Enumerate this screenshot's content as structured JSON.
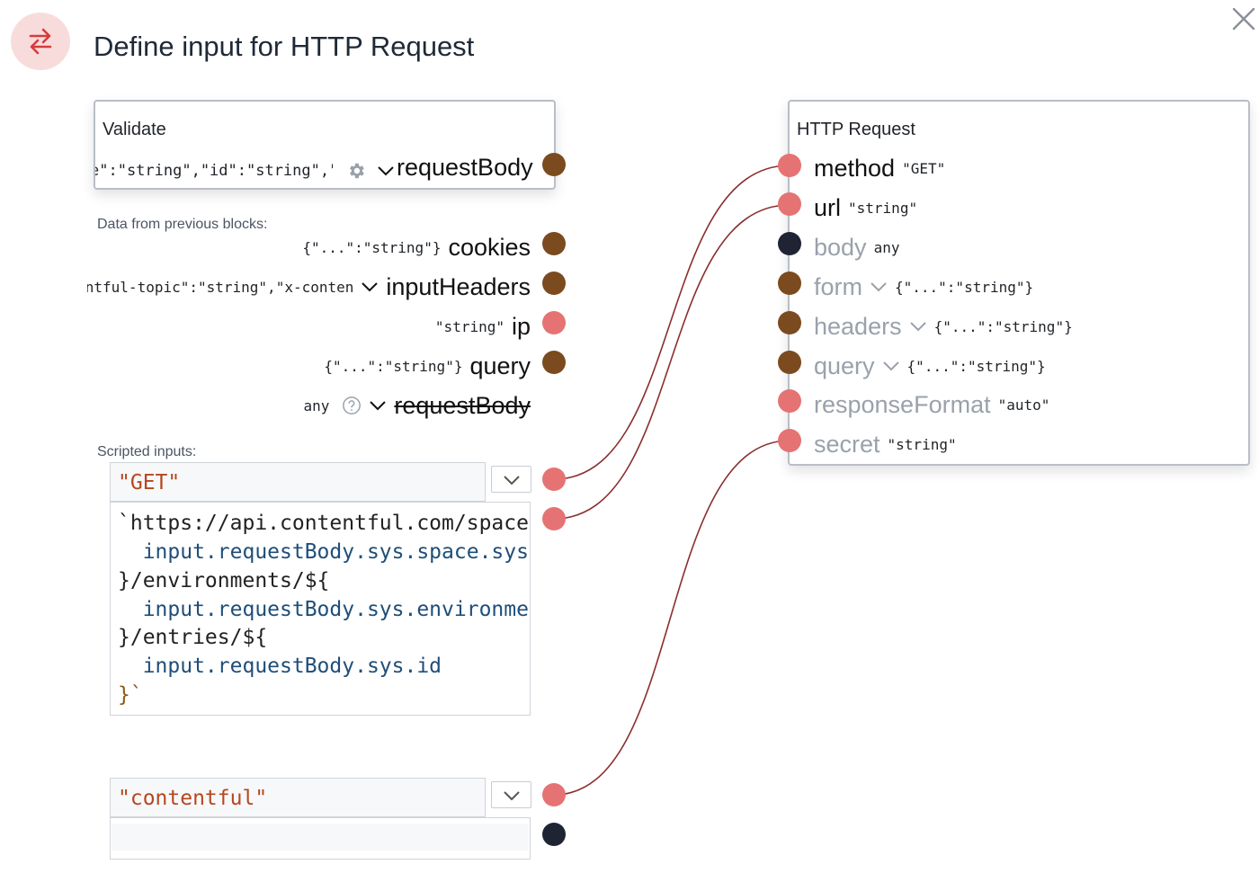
{
  "header": {
    "title": "Define input for HTTP Request",
    "icon": "swap-arrows-icon",
    "close_icon": "close-icon",
    "accent": "#d83b3b"
  },
  "validate_block": {
    "title": "Validate",
    "value_preview": "e\":\"string\",\"id\":\"string\",\"s",
    "output_name": "requestBody"
  },
  "previous_blocks": {
    "label": "Data from previous blocks:",
    "items": [
      {
        "type": "{\"...\":\"string\"}",
        "name": "cookies"
      },
      {
        "type": "ntful-topic\":\"string\",\"x-conten",
        "name": "inputHeaders"
      },
      {
        "type": "\"string\"",
        "name": "ip"
      },
      {
        "type": "{\"...\":\"string\"}",
        "name": "query"
      },
      {
        "type": "any",
        "name": "requestBody"
      }
    ]
  },
  "scripted_inputs": {
    "label": "Scripted inputs:",
    "inputs": [
      {
        "header_value": "\"GET\"",
        "code_lines": [
          "`https://api.contentful.com/spaces",
          "  input.requestBody.sys.space.sys.",
          "}/environments/${",
          "  input.requestBody.sys.environmer",
          "}/entries/${",
          "  input.requestBody.sys.id",
          "}`"
        ]
      },
      {
        "header_value": "\"contentful\"",
        "code_lines": []
      }
    ]
  },
  "http_block": {
    "title": "HTTP Request",
    "inputs": [
      {
        "name": "method",
        "type": "\"GET\"",
        "connected": true
      },
      {
        "name": "url",
        "type": "\"string\"",
        "connected": true
      },
      {
        "name": "body",
        "type": "any",
        "connected": false
      },
      {
        "name": "form",
        "type": "{\"...\":\"string\"}",
        "connected": false
      },
      {
        "name": "headers",
        "type": "{\"...\":\"string\"}",
        "connected": false
      },
      {
        "name": "query",
        "type": "{\"...\":\"string\"}",
        "connected": false
      },
      {
        "name": "responseFormat",
        "type": "\"auto\"",
        "connected": false
      },
      {
        "name": "secret",
        "type": "\"string\"",
        "connected": false
      }
    ]
  },
  "colors": {
    "object_port": "#7b4a1f",
    "string_port": "#e57373",
    "any_port": "#1e2433",
    "wire": "#8b2e2e"
  }
}
